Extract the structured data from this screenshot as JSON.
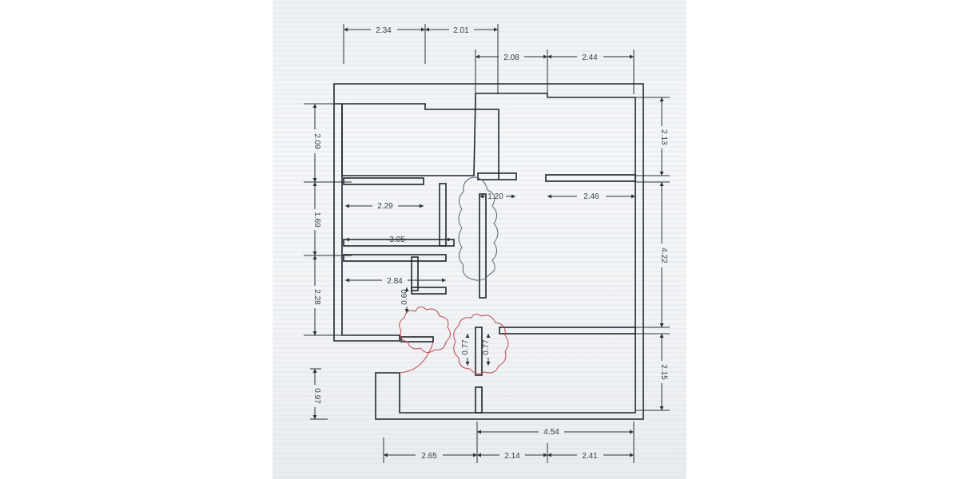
{
  "dimensions": {
    "top_row1": [
      "2.34",
      "2.01"
    ],
    "top_row2": [
      "2.08",
      "2.44"
    ],
    "left": [
      "2.09",
      "1.69",
      "2.28",
      "0.97"
    ],
    "right": [
      "2.13",
      "4.22",
      "2.15"
    ],
    "bottom_overall": "4.54",
    "bottom_row": [
      "2.65",
      "2.14",
      "2.41"
    ],
    "interior": [
      "2.29",
      "3.05",
      "2.84",
      "1.20",
      "2.46",
      "0.60",
      "0.77",
      "0.77"
    ]
  },
  "colors": {
    "walls": "#1f2630",
    "dimension_lines": "#2b3139",
    "door_swings": "#c0474f",
    "paper": "#f1f3f5"
  }
}
